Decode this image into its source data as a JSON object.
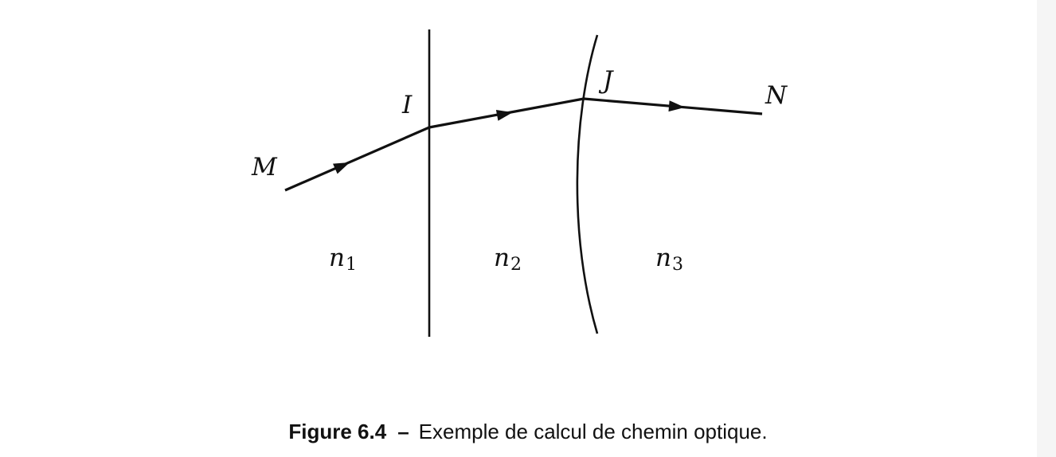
{
  "figure": {
    "points": {
      "M": "M",
      "I": "I",
      "J": "J",
      "N": "N"
    },
    "media": [
      {
        "symbol": "n",
        "subscript": "1"
      },
      {
        "symbol": "n",
        "subscript": "2"
      },
      {
        "symbol": "n",
        "subscript": "3"
      }
    ],
    "colors": {
      "ink": "#111111",
      "background": "#ffffff"
    }
  },
  "caption": {
    "number": "Figure 6.4",
    "dash": "–",
    "text": "Exemple de calcul de chemin optique."
  }
}
